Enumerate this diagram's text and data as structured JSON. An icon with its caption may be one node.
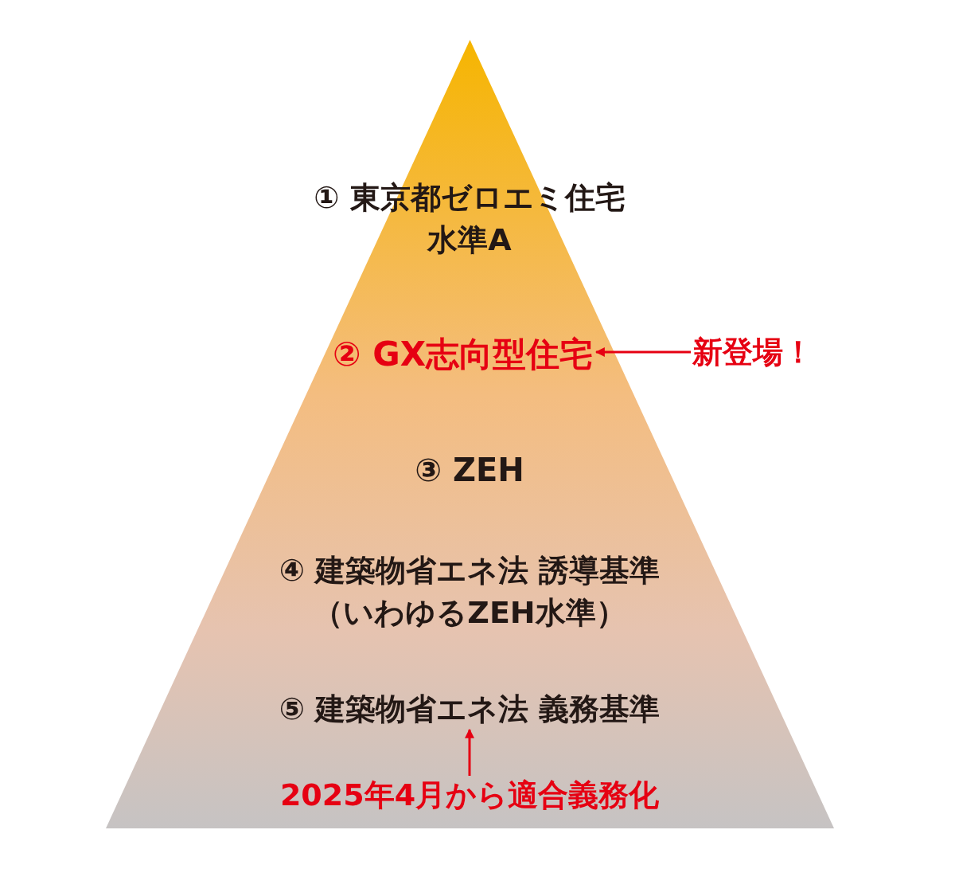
{
  "diagram": {
    "nodes": [
      {
        "text": [],
        "shape": "triangle"
      },
      {
        "text": [
          "① 東京都ゼロエミ住宅水準A"
        ],
        "in": 0
      },
      {
        "text": [
          "② GX志向型住宅"
        ],
        "in": 0
      },
      {
        "text": [
          "③ ZEH"
        ],
        "in": 0
      },
      {
        "text": [
          "④ 建築物省エネ法 誘導基準",
          "（いわゆるZEH水準）"
        ],
        "in": 0
      },
      {
        "text": [
          "⑤ 建築物省エネ法 義務基準"
        ],
        "in": 0
      },
      {
        "text": [
          "新登場！"
        ]
      },
      {
        "text": [
          "2025年4月から適合義務化"
        ],
        "in": 0
      }
    ],
    "edges": [
      {
        "from": 6,
        "to": 2,
        "arrow": "to"
      },
      {
        "from": 7,
        "to": 5,
        "arrow": "to"
      }
    ]
  }
}
